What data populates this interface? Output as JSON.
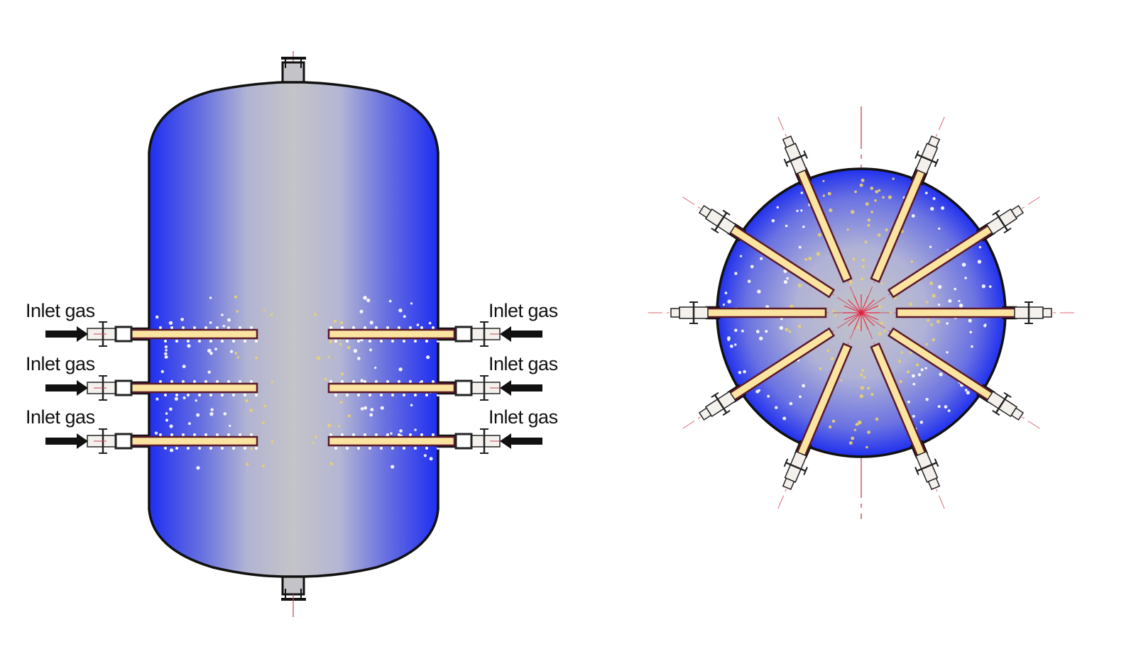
{
  "figure": {
    "panels": [
      {
        "name": "side-view",
        "description": "Vertical cylindrical vessel with three inlet gas lances on each side",
        "labels": [
          "Inlet gas",
          "Inlet gas",
          "Inlet gas",
          "Inlet gas",
          "Inlet gas",
          "Inlet gas"
        ],
        "lance_rows": 3,
        "lances_per_row": 2
      },
      {
        "name": "top-view",
        "description": "Circular cross-section with radial lances converging toward center",
        "lance_count": 10
      }
    ],
    "labels": {
      "left_1": "Inlet gas",
      "left_2": "Inlet gas",
      "left_3": "Inlet gas",
      "right_1": "Inlet gas",
      "right_2": "Inlet gas",
      "right_3": "Inlet gas"
    },
    "colors": {
      "vessel_edge_blue": "#1f2ef0",
      "vessel_center_gray": "#c2c2c6",
      "lance_fill": "#fbe3a0",
      "lance_border": "#5a1a2a",
      "outline": "#111111",
      "centerline_red": "#d04050",
      "bubble_white": "#ffffff",
      "bubble_yellow": "#e8d070"
    }
  }
}
